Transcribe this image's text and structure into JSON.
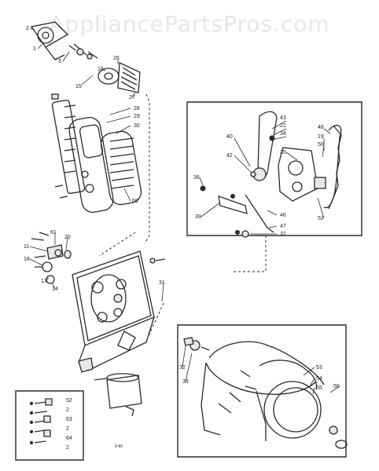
{
  "watermark": "AppliancePartsPros.com",
  "part_numbers": [
    "2",
    "1",
    "3",
    "15",
    "16",
    "26",
    "27",
    "28",
    "29",
    "30",
    "60",
    "36",
    "43",
    "21",
    "34",
    "40",
    "42",
    "35",
    "48",
    "50",
    "19",
    "52",
    "39",
    "46",
    "47",
    "37",
    "61",
    "20",
    "11",
    "18",
    "13",
    "14",
    "31",
    "33",
    "53",
    "54",
    "55",
    "56",
    "32",
    "52",
    "2",
    "63",
    "2",
    "64",
    "2"
  ],
  "footer_code": "9-60"
}
